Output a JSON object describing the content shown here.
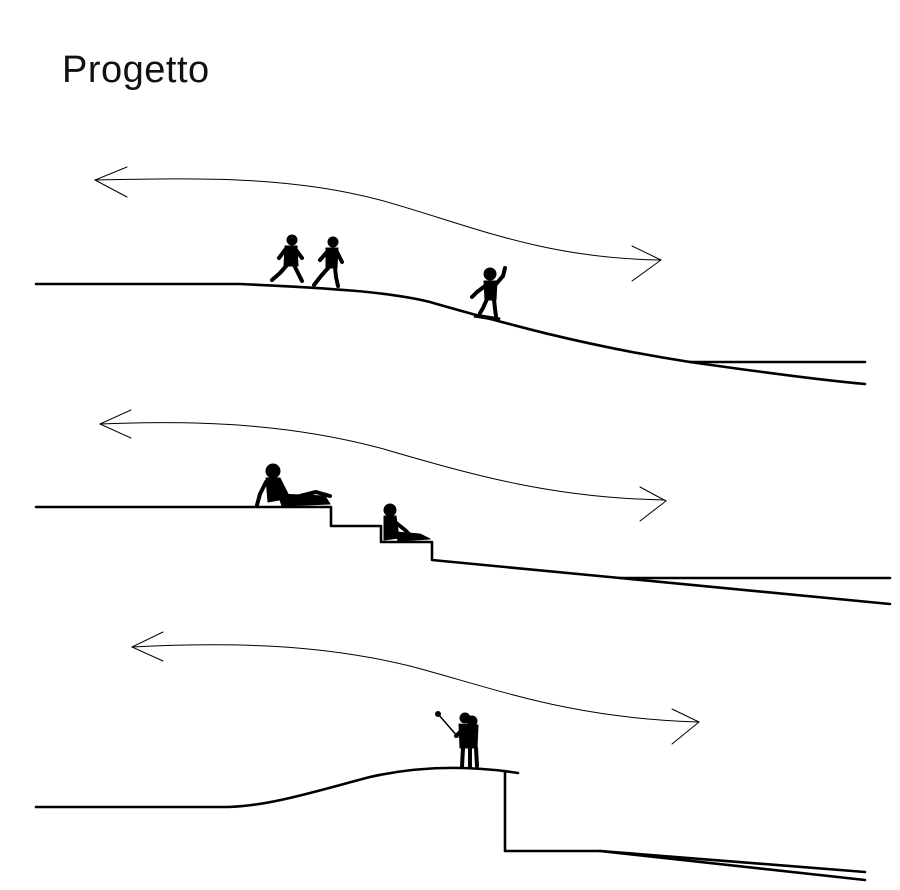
{
  "header": {
    "title": "Progetto"
  },
  "sections": [
    {
      "id": "section-1",
      "figures": [
        "running-child",
        "running-child",
        "skateboarder"
      ]
    },
    {
      "id": "section-2",
      "figures": [
        "reclining-person",
        "sitting-person"
      ]
    },
    {
      "id": "section-3",
      "figures": [
        "couple-taking-selfie"
      ]
    }
  ],
  "colors": {
    "ink": "#000000",
    "background": "#ffffff"
  }
}
